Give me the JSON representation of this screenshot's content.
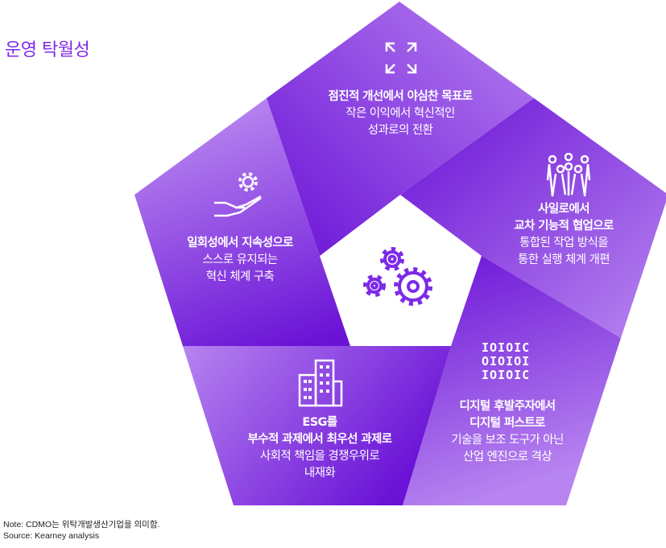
{
  "title": "운영 탁월성",
  "colors": {
    "accent": "#7d2ae8",
    "dark": "#6a12d6",
    "light": "#b886f0"
  },
  "panels": [
    {
      "icon": "expand-arrows-icon",
      "bold": [
        "점진적 개선에서  야심찬 목표로"
      ],
      "body": [
        "작은 이익에서 혁신적인",
        "성과로의 전환"
      ]
    },
    {
      "icon": "people-network-icon",
      "bold": [
        "사일로에서",
        "교차 기능적 협업으로"
      ],
      "body": [
        "통합된 작업 방식을",
        "통한 실행 체계 개편"
      ]
    },
    {
      "icon": "binary-code-icon",
      "bold": [
        "디지털 후발주자에서",
        "디지털 퍼스트로"
      ],
      "body": [
        "기술을 보조 도구가 아닌",
        "산업 엔진으로 격상"
      ]
    },
    {
      "icon": "buildings-icon",
      "bold": [
        "ESG를",
        "부수적 과제에서  최우선 과제로"
      ],
      "body": [
        "사회적 책임을 경쟁우위로",
        "내재화"
      ]
    },
    {
      "icon": "hand-gear-icon",
      "bold": [
        "일회성에서 지속성으로"
      ],
      "body": [
        "스스로 유지되는",
        "혁신 체계 구축"
      ]
    }
  ],
  "binary_lines": [
    "IOIOIC",
    "OIOIOI",
    "IOIOIC"
  ],
  "note": "Note: CDMO는 위탁개발생산기업을 의미함.",
  "source": "Source: Kearney analysis"
}
